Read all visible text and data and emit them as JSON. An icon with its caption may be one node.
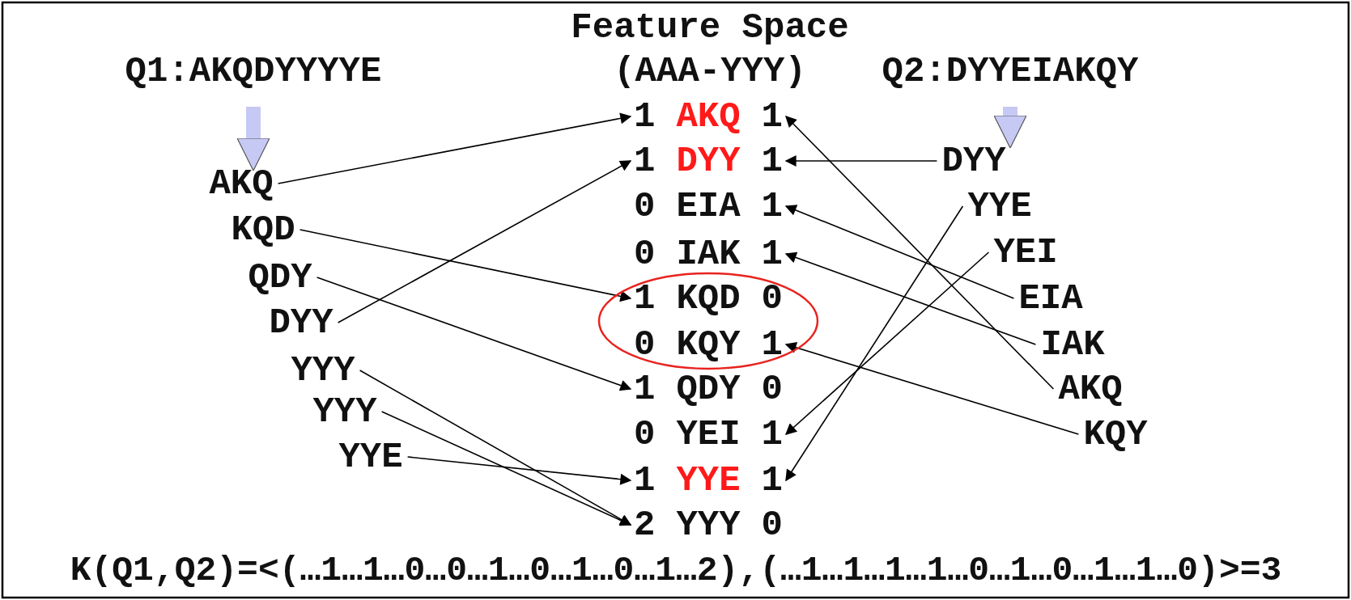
{
  "diagram": {
    "title": "Feature Space",
    "caption": "K(Q1,Q2)=<(…1…1…0…0…1…0…1…0…1…2),(…1…1…1…1…0…1…0…1…1…0)>=3",
    "nodes": [
      {
        "text": [
          "Q1:AKQDYYYYE"
        ]
      },
      {
        "text": [
          "AKQ"
        ]
      },
      {
        "text": [
          "KQD"
        ]
      },
      {
        "text": [
          "QDY"
        ]
      },
      {
        "text": [
          "DYY"
        ]
      },
      {
        "text": [
          "YYY"
        ]
      },
      {
        "text": [
          "YYY"
        ]
      },
      {
        "text": [
          "YYE"
        ]
      },
      {
        "text": [
          "1",
          "AKQ",
          "1"
        ]
      },
      {
        "text": [
          "1",
          "DYY",
          "1"
        ]
      },
      {
        "text": [
          "0",
          "EIA",
          "1"
        ]
      },
      {
        "text": [
          "0",
          "IAK",
          "1"
        ]
      },
      {
        "text": [],
        "shape": "ellipse"
      },
      {
        "text": [
          "1",
          "KQD",
          "0"
        ],
        "in": 12
      },
      {
        "text": [
          "0",
          "KQY",
          "1"
        ],
        "in": 12
      },
      {
        "text": [
          "1",
          "QDY",
          "0"
        ]
      },
      {
        "text": [
          "0",
          "YEI",
          "1"
        ]
      },
      {
        "text": [
          "1",
          "YYE",
          "1"
        ]
      },
      {
        "text": [
          "2",
          "YYY",
          "0"
        ]
      },
      {
        "text": [
          "Q2:DYYEIAKQY"
        ]
      },
      {
        "text": [
          "DYY"
        ]
      },
      {
        "text": [
          "YYE"
        ]
      },
      {
        "text": [
          "YEI"
        ]
      },
      {
        "text": [
          "EIA"
        ]
      },
      {
        "text": [
          "IAK"
        ]
      },
      {
        "text": [
          "AKQ"
        ]
      },
      {
        "text": [
          "KQY"
        ]
      }
    ],
    "edges": [
      {
        "from": 0,
        "to": 1,
        "arrow": "to",
        "style": "thick",
        "color": "#c6c9f4"
      },
      {
        "from": 19,
        "to": 20,
        "arrow": "to",
        "style": "thick",
        "color": "#c6c9f4"
      },
      {
        "from": 1,
        "to": 8,
        "arrow": "to"
      },
      {
        "from": 2,
        "to": 13,
        "arrow": "to"
      },
      {
        "from": 3,
        "to": 15,
        "arrow": "to"
      },
      {
        "from": 4,
        "to": 9,
        "arrow": "to"
      },
      {
        "from": 5,
        "to": 18,
        "arrow": "to"
      },
      {
        "from": 6,
        "to": 18,
        "arrow": "to"
      },
      {
        "from": 7,
        "to": 17,
        "arrow": "to"
      },
      {
        "from": 20,
        "to": 9,
        "arrow": "to"
      },
      {
        "from": 21,
        "to": 17,
        "arrow": "to"
      },
      {
        "from": 22,
        "to": 16,
        "arrow": "to"
      },
      {
        "from": 23,
        "to": 10,
        "arrow": "to"
      },
      {
        "from": 24,
        "to": 11,
        "arrow": "to"
      },
      {
        "from": 25,
        "to": 8,
        "arrow": "to"
      },
      {
        "from": 26,
        "to": 14,
        "arrow": "to"
      }
    ],
    "labels": [
      "(AAA-YYY)"
    ]
  }
}
